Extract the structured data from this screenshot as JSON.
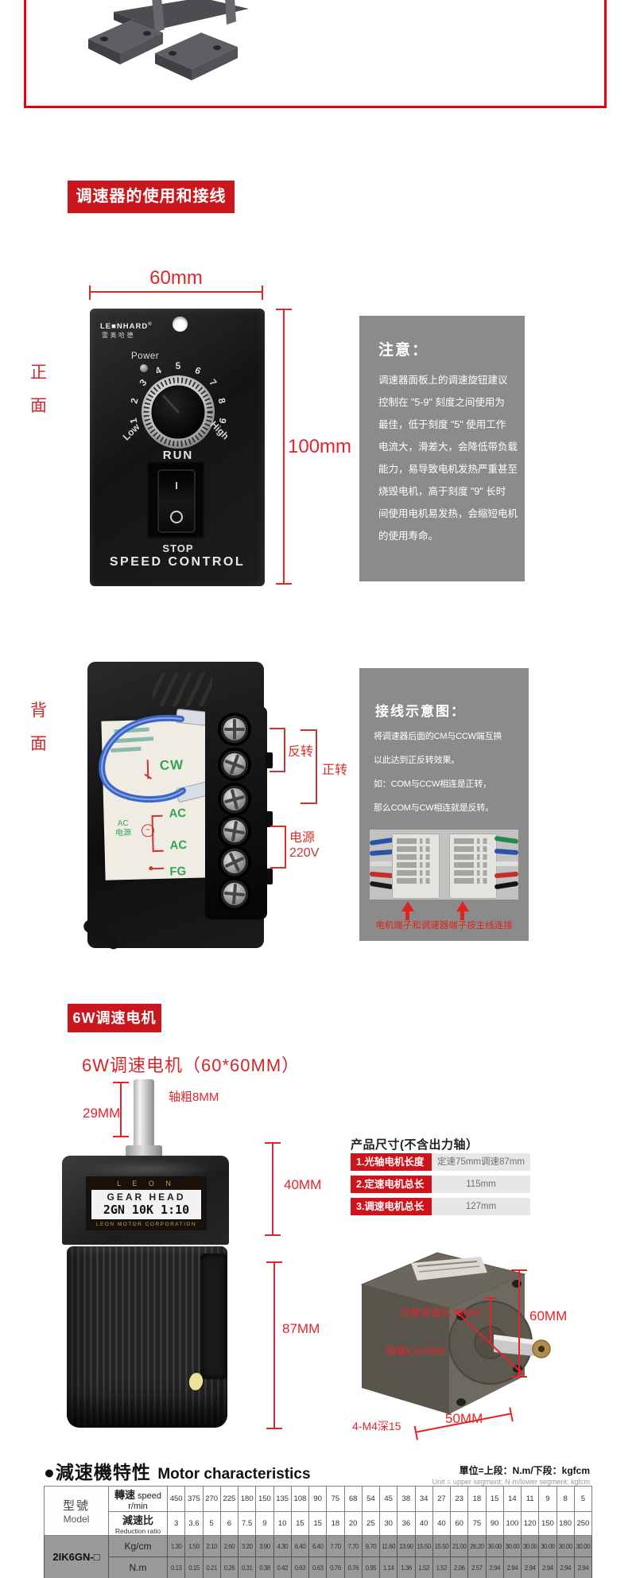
{
  "colors": {
    "accent_red": "#e2252b",
    "banner_red": "#c9171d",
    "note_gray": "#8b8b8b",
    "table_red": "#ce131c",
    "border_red": "#e60012",
    "green_label": "#35a355"
  },
  "banner1": "调速器的使用和接线",
  "front": {
    "side_label": [
      "正",
      "面"
    ],
    "dim_width": "60mm",
    "dim_height": "100mm",
    "panel": {
      "brand": "LE■NHARD",
      "brand_reg": "®",
      "brand_cn": "雷奥哈德",
      "power": "Power",
      "knob_numbers": [
        "1",
        "2",
        "3",
        "4",
        "5",
        "6",
        "7",
        "8",
        "9"
      ],
      "low": "Low",
      "high": "High",
      "run": "RUN",
      "switch_on": "I",
      "switch_off_symbol": "O",
      "stop": "STOP",
      "speed_control": "SPEED CONTROL"
    },
    "note": {
      "title": "注意：",
      "lines": [
        "调速器面板上的调速旋钮建议",
        "控制在 \"5-9\" 刻度之间使用为",
        "最佳，低于刻度 \"5\" 使用工作",
        "电流大，滑差大，会降低带负载",
        "能力，易导致电机发热严重甚至",
        "烧毁电机，高于刻度 \"9\" 长时",
        "间使用电机易发热，会缩短电机",
        "的使用寿命。"
      ]
    }
  },
  "back": {
    "side_label": [
      "背",
      "面"
    ],
    "panel_labels": {
      "cw": "CW",
      "ac_source_1": "AC",
      "ac_source_2": "电源",
      "wave": "~",
      "ac_top": "AC",
      "ac_bottom": "AC",
      "fg": "FG"
    },
    "annotations": {
      "reverse": "反转",
      "forward": "正转",
      "power_1": "电源",
      "power_2": "220V"
    },
    "note": {
      "title": "接线示意图：",
      "lines": [
        "将调速器后面的CM与CCW端互换",
        "以此达到正反转效果。",
        "如：COM与CCW相连是正转，",
        "那么COM与CW相连就是反转。"
      ],
      "caption": "电机端子和调速器端子按主线连接"
    }
  },
  "motor_section": {
    "banner": "6W调速电机",
    "subtitle": "6W调速电机（60*60MM）",
    "dims": {
      "shaft_dia": "轴粗8MM",
      "shaft_len": "29MM",
      "gear_len": "40MM",
      "body_len": "87MM",
      "box_height": "60MM",
      "box_width": "50MM",
      "holes": "4-M4深15",
      "diag": "对角安装孔70MM",
      "offset": "轴偏心10MM"
    },
    "gear_label": {
      "brand": "L E O N",
      "line1": "GEAR HEAD",
      "line2": "2GN 10K 1:10",
      "line3": "LEON MOTOR CORPORATION"
    },
    "size_table": {
      "title": "产品尺寸(不含出力轴）",
      "rows": [
        {
          "label": "1.光轴电机长度",
          "value": "定速75mm调速87mm"
        },
        {
          "label": "2.定速电机总长",
          "value": "115mm"
        },
        {
          "label": "3.调速电机总长",
          "value": "127mm"
        }
      ]
    }
  },
  "characteristics": {
    "title_cn": "●減速機特性",
    "title_en": "Motor characteristics",
    "unit_line1": "單位=上段：N.m/下段：kgfcm",
    "unit_line2": "Unit = upper segment; N·m/lower segment; kgfcm",
    "table": {
      "model_cn": "型號",
      "model_en": "Model",
      "speed_cn": "轉速",
      "speed_en": "speed",
      "speed_unit": "r/min",
      "ratio_cn": "減速比",
      "ratio_en": "Reduction ratio",
      "model_value": "2IK6GN-□",
      "row_kg": "Kg/cm",
      "row_nm": "N.m",
      "speeds": [
        "450",
        "375",
        "270",
        "225",
        "180",
        "150",
        "135",
        "108",
        "90",
        "75",
        "68",
        "54",
        "45",
        "38",
        "34",
        "27",
        "23",
        "18",
        "15",
        "14",
        "11",
        "9",
        "8",
        "5"
      ],
      "ratios": [
        "3",
        "3.6",
        "5",
        "6",
        "7.5",
        "9",
        "10",
        "15",
        "15",
        "18",
        "20",
        "25",
        "30",
        "36",
        "40",
        "40",
        "60",
        "75",
        "90",
        "100",
        "120",
        "150",
        "180",
        "250"
      ],
      "kgcm": [
        "1.30",
        "1.50",
        "2.10",
        "2.60",
        "3.20",
        "3.90",
        "4.30",
        "6.40",
        "6.40",
        "7.70",
        "7.70",
        "9.70",
        "11.60",
        "13.90",
        "15.50",
        "15.50",
        "21.00",
        "26.20",
        "30.00",
        "30.00",
        "30.00",
        "30.00",
        "30.00",
        "30.00"
      ],
      "nm": [
        "0.13",
        "0.15",
        "0.21",
        "0.26",
        "0.31",
        "0.38",
        "0.42",
        "0.63",
        "0.63",
        "0.76",
        "0.76",
        "0.95",
        "1.14",
        "1.36",
        "1.52",
        "1.52",
        "2.06",
        "2.57",
        "2.94",
        "2.94",
        "2.94",
        "2.94",
        "2.94",
        "2.94"
      ]
    }
  }
}
